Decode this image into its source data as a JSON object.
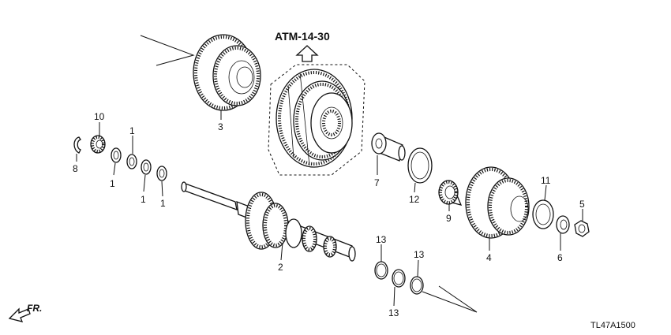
{
  "reference": {
    "text": "ATM-14-30"
  },
  "diagram_code": "TL47A1500",
  "front_marker": "FR.",
  "callouts": [
    {
      "id": "c1a",
      "text": "1"
    },
    {
      "id": "c1b",
      "text": "1"
    },
    {
      "id": "c1c",
      "text": "1"
    },
    {
      "id": "c1d",
      "text": "1"
    },
    {
      "id": "c2",
      "text": "2"
    },
    {
      "id": "c3",
      "text": "3"
    },
    {
      "id": "c4",
      "text": "4"
    },
    {
      "id": "c5",
      "text": "5"
    },
    {
      "id": "c6",
      "text": "6"
    },
    {
      "id": "c7",
      "text": "7"
    },
    {
      "id": "c8",
      "text": "8"
    },
    {
      "id": "c9",
      "text": "9"
    },
    {
      "id": "c10",
      "text": "10"
    },
    {
      "id": "c11",
      "text": "11"
    },
    {
      "id": "c12",
      "text": "12"
    },
    {
      "id": "c13a",
      "text": "13"
    },
    {
      "id": "c13b",
      "text": "13"
    },
    {
      "id": "c13c",
      "text": "13"
    }
  ]
}
